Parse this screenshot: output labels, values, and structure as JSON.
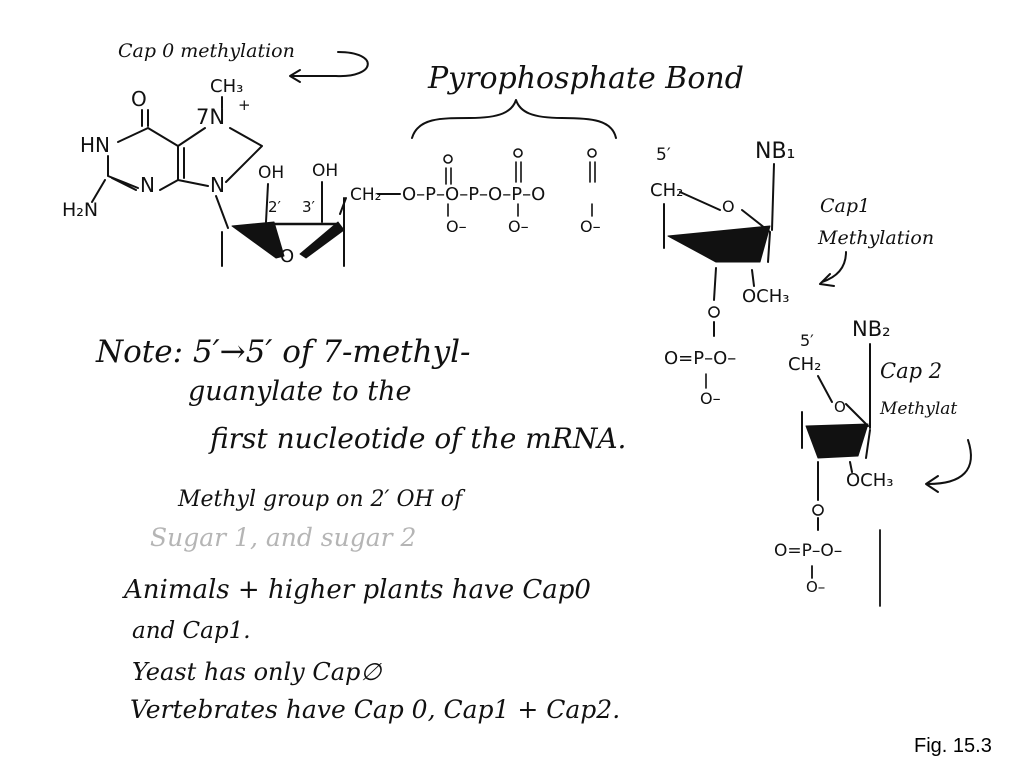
{
  "annotations": {
    "cap0_methylation": "Cap 0 methylation",
    "pyrophosphate_bond": "Pyrophosphate Bond",
    "cap1_line1": "Cap1",
    "cap1_line2": "Methylation",
    "cap2_line1": "Cap 2",
    "cap2_line2": "Methylat"
  },
  "structure": {
    "ch3_top": "CH₃",
    "n7": "7N",
    "plus": "+",
    "oxo": "O",
    "hn": "HN",
    "n_ring": "N",
    "h2n": "H₂N",
    "n_glyc": "N",
    "oh_left": "OH",
    "oh_right": "OH",
    "pos2": "2′",
    "pos3": "3′",
    "ring_o": "O",
    "ch2_left": "CH₂",
    "phosphate_chain": "O–P–O–P–O–P–O",
    "o_minus": "O–",
    "five_prime_1": "5′",
    "ch2_mid": "CH₂",
    "nb1": "NB₁",
    "o_ring1": "O",
    "och3_1": "OCH₃",
    "phosphate2": "O=P–O–",
    "five_prime_2": "5′",
    "ch2_2": "CH₂",
    "nb2": "NB₂",
    "o_ring2": "O",
    "och3_2": "OCH₃",
    "phosphate3": "O=P–O–",
    "o_minus_3": "O–"
  },
  "notes": {
    "line1": "Note: 5′→5′ of 7-methyl-",
    "line2": "guanylate to the",
    "line3": "first nucleotide of the mRNA.",
    "line4": "Methyl group on 2′ OH of",
    "line5": "Sugar 1, and sugar 2",
    "line6": "Animals + higher plants have Cap0",
    "line7": "and Cap1.",
    "line8": "Yeast has only Cap∅",
    "line9": "Vertebrates have Cap 0, Cap1 + Cap2."
  },
  "figure_label": "Fig. 15.3"
}
